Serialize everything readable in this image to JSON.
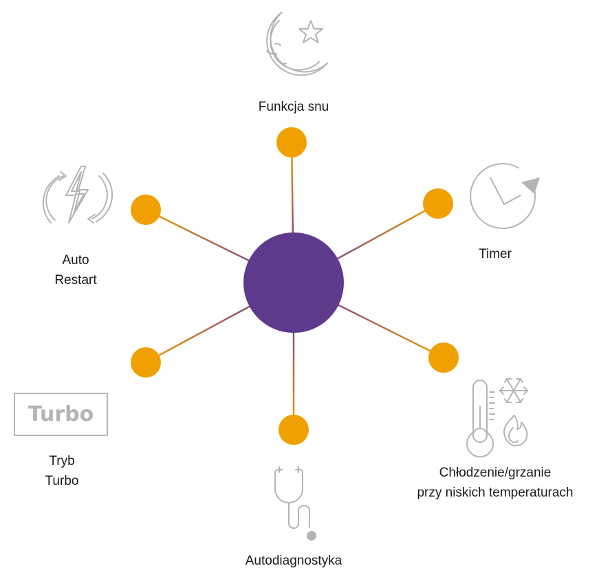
{
  "diagram": {
    "features": [
      {
        "id": "sleep",
        "icon": "moon-star-icon",
        "lines": [
          "Funkcja snu"
        ]
      },
      {
        "id": "timer",
        "icon": "clock-icon",
        "lines": [
          "Timer"
        ]
      },
      {
        "id": "low-temp",
        "icon": "thermometer-snowflake-flame-icon",
        "lines": [
          "Chłodzenie/grzanie",
          "przy niskich temperaturach"
        ]
      },
      {
        "id": "autodiag",
        "icon": "stethoscope-icon",
        "lines": [
          "Autodiagnostyka"
        ]
      },
      {
        "id": "turbo",
        "icon": "turbo-badge-icon",
        "badge_text": "Turbo",
        "lines": [
          "Tryb",
          "Turbo"
        ]
      },
      {
        "id": "auto-restart",
        "icon": "lightning-cycle-icon",
        "lines": [
          "Auto",
          "Restart"
        ]
      }
    ],
    "colors": {
      "hub": "#5e3a8d",
      "node": "#f0a000",
      "icon": "#b4b4b4",
      "text": "#1a1a1a"
    }
  }
}
